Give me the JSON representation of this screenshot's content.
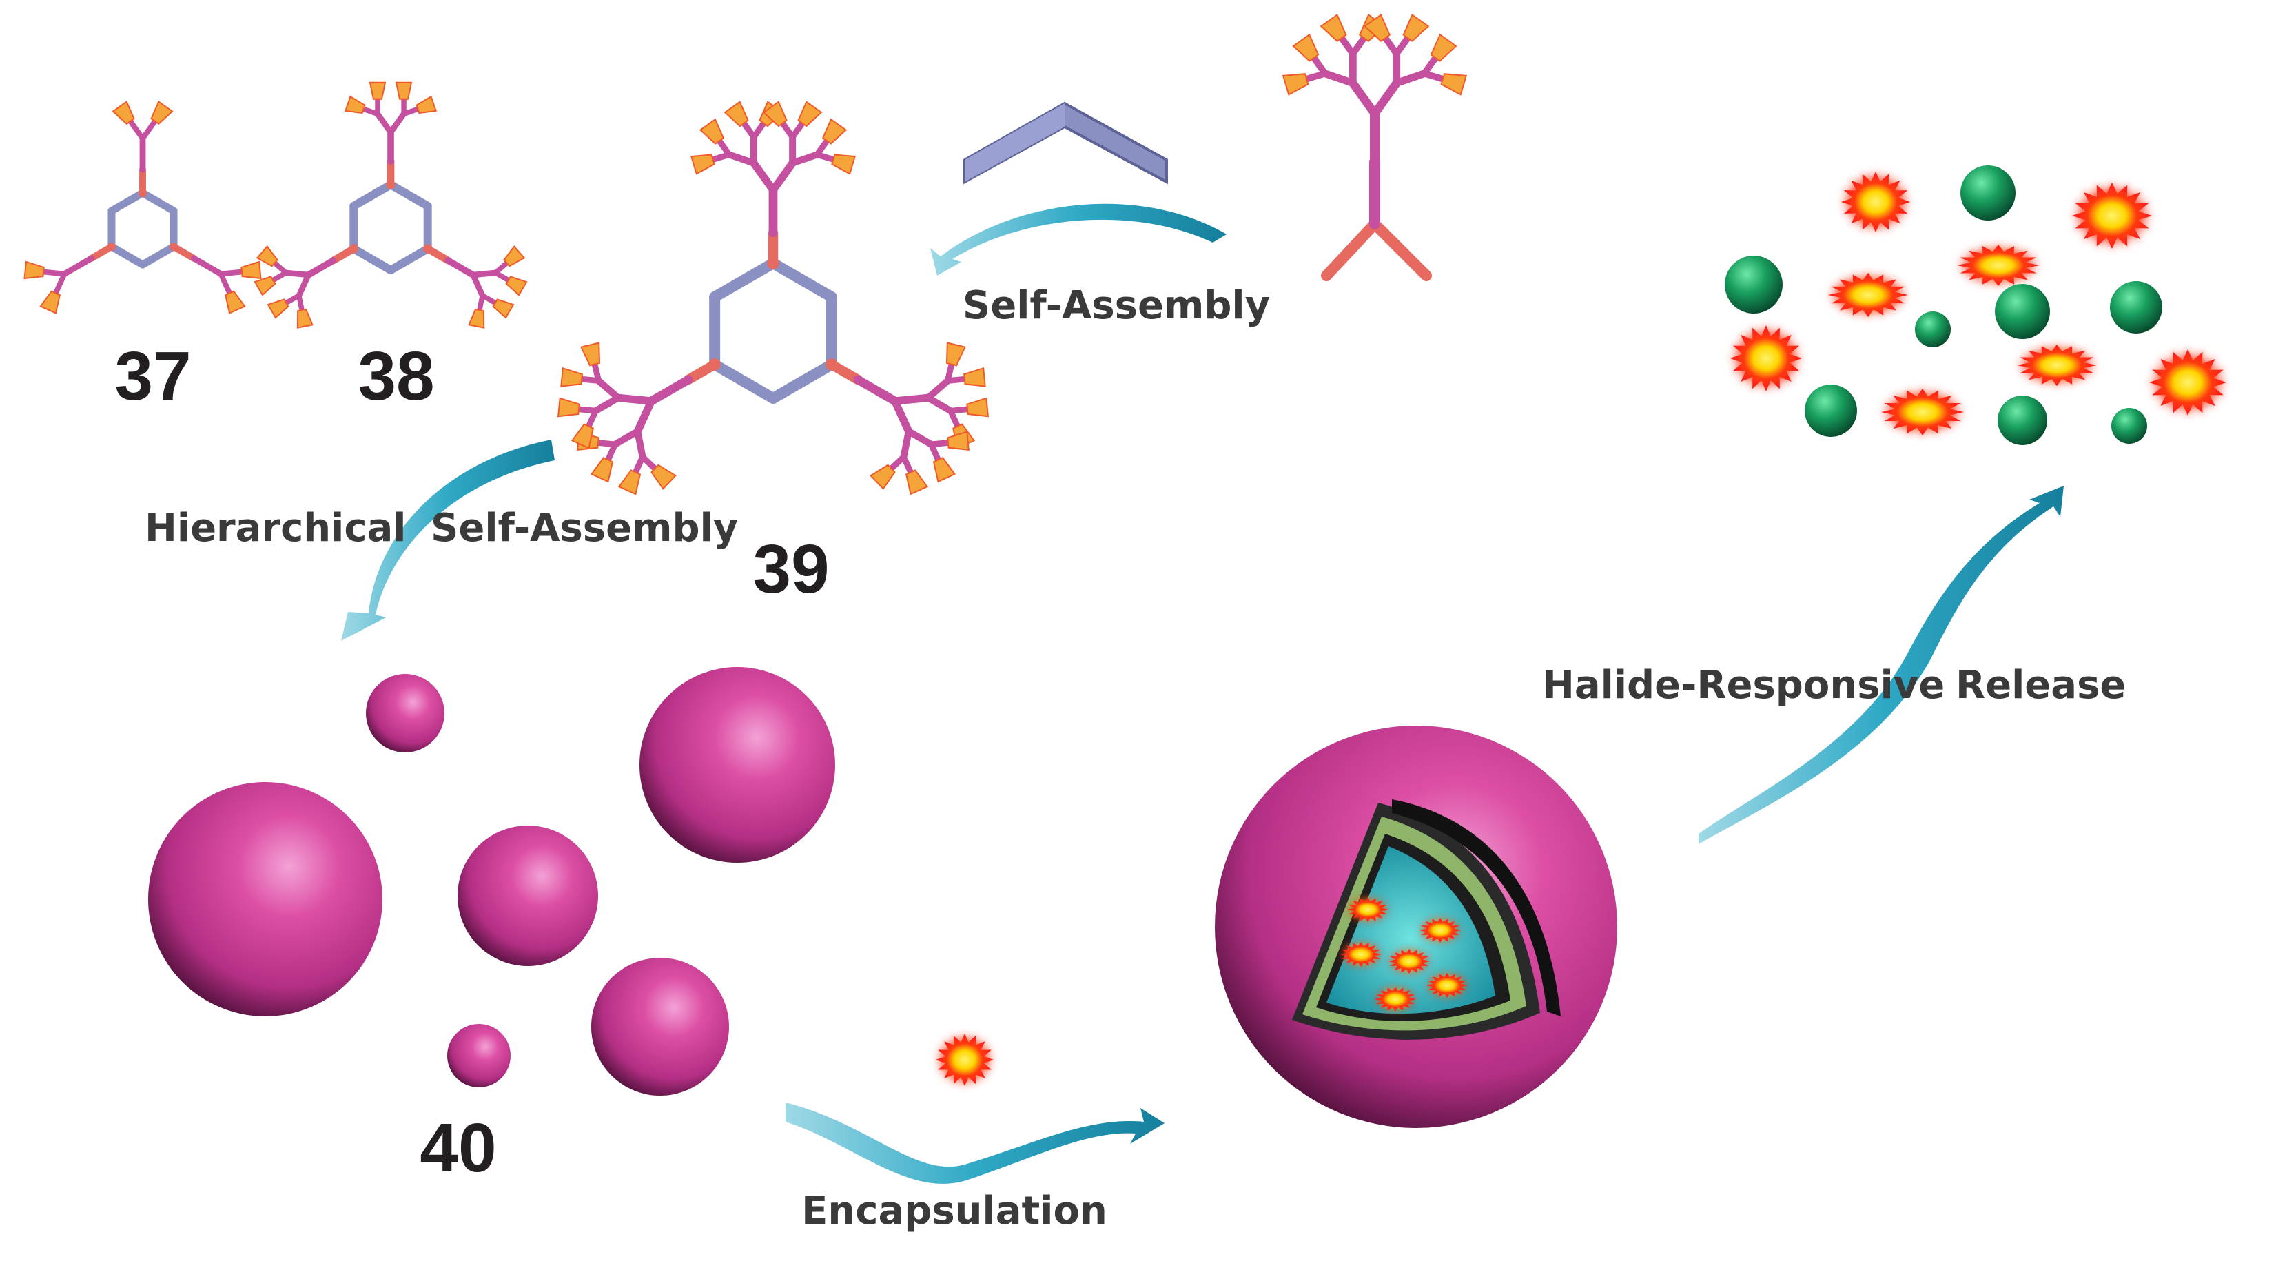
{
  "compound_labels": {
    "c37": "37",
    "c38": "38",
    "c39": "39",
    "c40": "40"
  },
  "process_labels": {
    "self_assembly": "Self-Assembly",
    "hierarchical": "Hierarchical",
    "hierarchical_self_assembly": "Self-Assembly",
    "halide_responsive": "Halide-Responsive",
    "release": "Release",
    "encapsulation": "Encapsulation"
  },
  "colors": {
    "dendron": "#c4509f",
    "terminal_group": "#f5a43a",
    "linker": "#e66a5f",
    "pyridine_ring": "#8a90c2",
    "sphere": "#d8449a",
    "arrow": "#2aa6c4",
    "cargo": "#ff2a1a",
    "cargo_core": "#ffe400",
    "halide": "#17975a"
  }
}
